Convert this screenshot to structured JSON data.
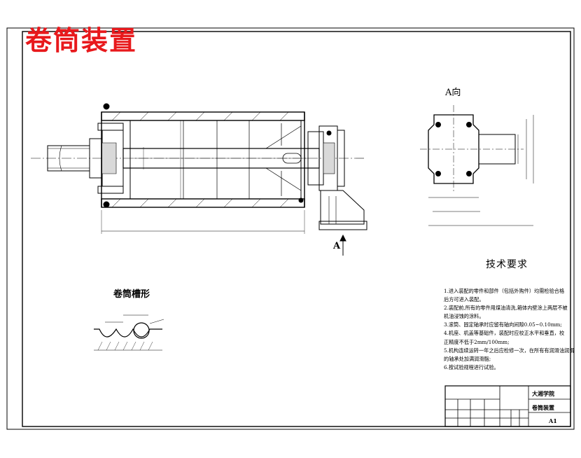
{
  "title": "卷筒装置",
  "view_label": "A向",
  "section_arrow_label": "A",
  "groove_title": "卷筒槽形",
  "tech_req_title": "技术要求",
  "tech_notes": [
    "1.进入装配的零件和部件（包括外购件）均需检验合格",
    "  后方可进入装配。",
    "2.装配前,所有的零件用煤油清洗,箱体内壁涂上两层不被",
    "  机油浸蚀的涂料。",
    "3.滚筒、固定轴承时应留有轴向间隙0.05~0.10mm;",
    "4.机座、机盖等基础件，装配时应校正水平和垂直，校",
    "  正精度不低于2mm/100mm;",
    "5.机构连续运转一年之后应检修一次，在所有有润滑油润滑",
    "  的轴承处加满润滑脂;",
    "6.按试验规程进行试验。"
  ],
  "title_block": {
    "school": "大湘学院",
    "drawing_name": "卷筒装置",
    "sheet_size": "A1"
  },
  "colors": {
    "title_red": "#e8191c",
    "line": "#000000",
    "paper": "#ffffff"
  }
}
